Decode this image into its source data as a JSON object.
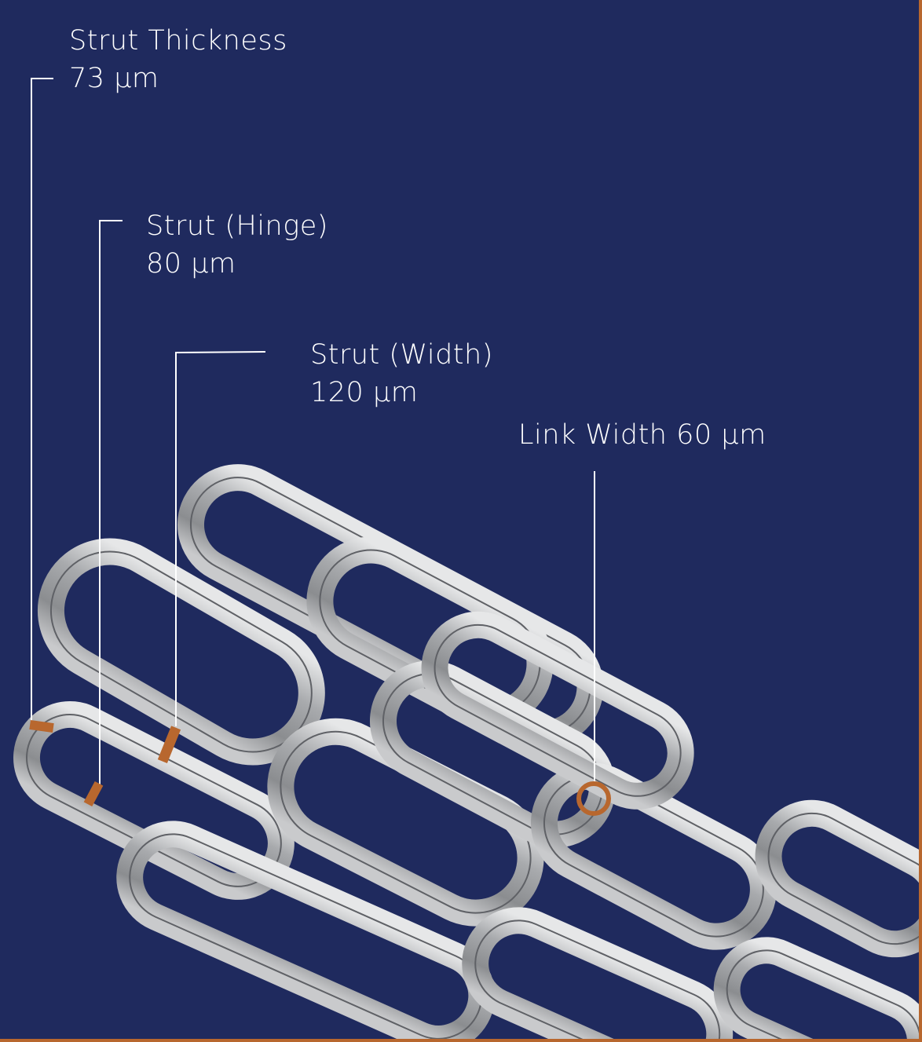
{
  "colors": {
    "background": "#1f2a5e",
    "accent": "#b8672e",
    "line": "#ffffff",
    "metal": "#a9abae"
  },
  "annotations": [
    {
      "name": "Strut Thickness",
      "value": "73 µm"
    },
    {
      "name": "Strut (Hinge)",
      "value": "80 µm"
    },
    {
      "name": "Strut (Width)",
      "value": "120 µm"
    },
    {
      "name": "Link Width",
      "value": "60 µm"
    }
  ]
}
